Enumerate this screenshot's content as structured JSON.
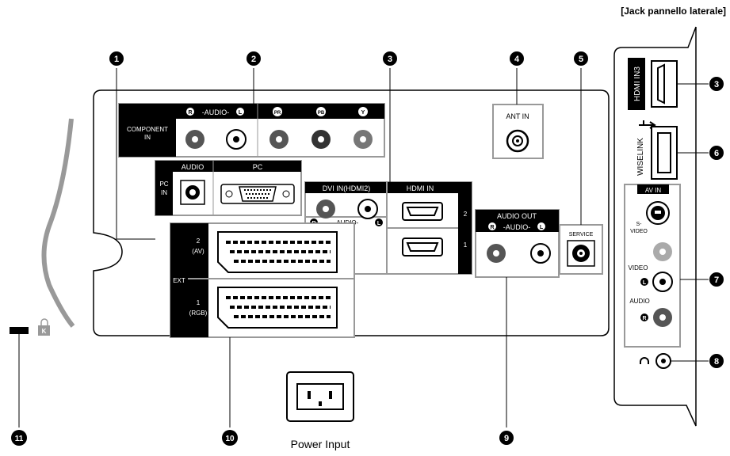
{
  "side_panel_title": "[Jack pannello laterale]",
  "labels": {
    "component_in": "COMPONENT",
    "component_in_2": "IN",
    "audio_r_l": "-AUDIO-",
    "pr": "PR",
    "pb": "PB",
    "y": "Y",
    "pc_in": "PC",
    "pc_in_2": "IN",
    "audio": "AUDIO",
    "pc": "PC",
    "dvi_in": "DVI IN(HDMI2)",
    "hdmi_in": "HDMI IN",
    "audio_dvi": "-AUDIO-",
    "hdmi_2": "2",
    "hdmi_1": "1",
    "ant_in": "ANT IN",
    "audio_out": "AUDIO OUT",
    "audio_out_rl": "-AUDIO-",
    "service": "SERVICE",
    "ext": "EXT",
    "ext_2": "2",
    "ext_2_av": "(AV)",
    "ext_1": "1",
    "ext_1_rgb": "(RGB)",
    "power_input": "Power Input",
    "hdmi_in3": "HDMI IN3",
    "wiselink": "WISELINK",
    "av_in": "AV IN",
    "s_video_1": "S-",
    "s_video_2": "VIDEO",
    "video": "VIDEO",
    "audio_side": "AUDIO",
    "r": "R",
    "l": "L",
    "kensington": "K"
  },
  "callouts": [
    "1",
    "2",
    "3",
    "4",
    "5",
    "6",
    "7",
    "8",
    "9",
    "10",
    "11"
  ]
}
